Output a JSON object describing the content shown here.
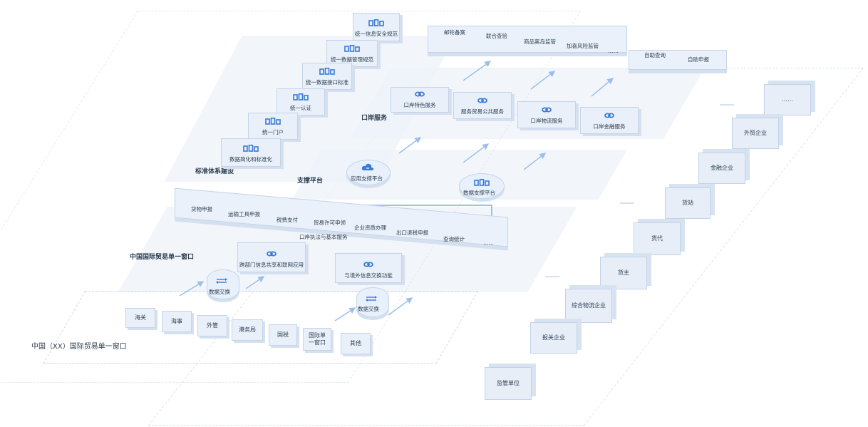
{
  "colors": {
    "accent": "#3a7bd5",
    "arrow": "#9cc0ea",
    "plate": "#eef3fa",
    "box": "#e9f0fa"
  },
  "standards": {
    "title": "标准体系建设",
    "items": [
      "统一信息安全规范",
      "统一数据管理规范",
      "统一数据接口标准",
      "统一认证",
      "统一门户",
      "数据简化和标准化"
    ]
  },
  "port": {
    "title": "口岸服务",
    "services": [
      "口岸特色服务",
      "服务贸易公共服务",
      "口岸物流服务",
      "口岸金融服务"
    ],
    "top_bar": [
      "邮轮备案",
      "联合查验",
      "商品离岛监管",
      "加喜风险监管",
      "……"
    ],
    "side_bar": [
      "自助查询",
      "自助申报"
    ]
  },
  "support": {
    "title": "支撑平台",
    "app": "应用支撑平台",
    "data": "数据支撑平台"
  },
  "window": {
    "title": "中国国际贸易单一窗口",
    "bar_items": [
      "货物申报",
      "运输工具申报",
      "税费支付",
      "贸易许可申领",
      "企业资质办理",
      "出口退税申报",
      "查询统计",
      "……"
    ],
    "bar_caption": "口岸执法与基本服务",
    "share": "跨部门信息共享和联网应用",
    "exchange_func": "与境外信息交换功能",
    "exchange1": "数据交换",
    "exchange2": "数据交换"
  },
  "local": {
    "title": "中国（XX）国际贸易单一窗口",
    "agencies": [
      "海关",
      "海事",
      "外管",
      "港务局",
      "国税",
      "国际单一窗口",
      "其他"
    ]
  },
  "enterprises": [
    "……",
    "外贸企业",
    "金融企业",
    "货站",
    "货代",
    "货主",
    "综合物流企业",
    "报关企业",
    "监管单位"
  ]
}
